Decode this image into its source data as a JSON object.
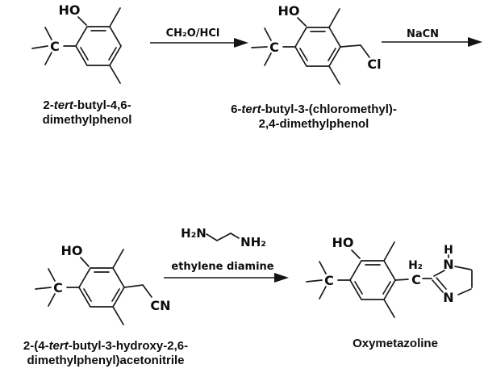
{
  "colors": {
    "ink": "#1a1a1a",
    "background": "#ffffff",
    "label_text": "#0d0d12"
  },
  "compounds": [
    {
      "line1": [
        "2-",
        "tert",
        "-butyl-4,6-"
      ],
      "line2": "dimethylphenol"
    },
    {
      "line1": [
        "6-",
        "tert",
        "-butyl-3-(chloromethyl)-"
      ],
      "line2": "2,4-dimethylphenol"
    },
    {
      "line1": [
        "2-(4-",
        "tert",
        "-butyl-3-hydroxy-2,6-"
      ],
      "line2": "dimethylphenyl)acetonitrile"
    },
    {
      "name": "Oxymetazoline"
    }
  ],
  "reagents": {
    "step1": "CH₂O/HCl",
    "step2": "NaCN",
    "step3": {
      "amine_left": "H₂N",
      "amine_right": "NH₂",
      "name": "ethylene diamine"
    }
  },
  "atoms": {
    "s1": {
      "hydroxyl": "HO",
      "quaternary_c": "C"
    },
    "s2": {
      "hydroxyl": "HO",
      "quaternary_c": "C",
      "chloro": "Cl"
    },
    "s3": {
      "hydroxyl": "HO",
      "quaternary_c": "C",
      "nitrile": "CN"
    },
    "s4": {
      "hydroxyl": "HO",
      "quaternary_c": "C",
      "methylene_h2": "H₂",
      "methylene_c": "C",
      "imidazoline_h": "H",
      "imidazoline_n1": "N",
      "imidazoline_n3": "N"
    }
  }
}
